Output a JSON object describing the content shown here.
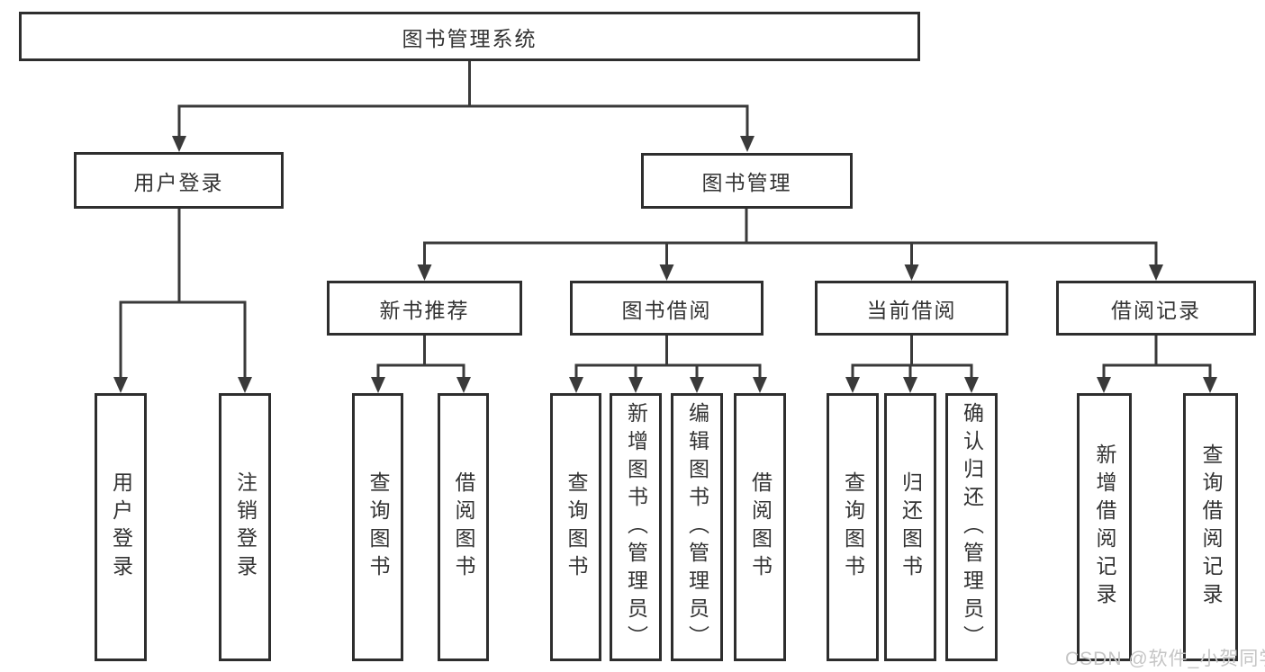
{
  "diagram_type": "hierarchy-tree",
  "tree": {
    "label": "图书管理系统",
    "children": [
      {
        "label": "用户登录",
        "children": [
          {
            "label": "用户登录"
          },
          {
            "label": "注销登录"
          }
        ]
      },
      {
        "label": "图书管理",
        "children": [
          {
            "label": "新书推荐",
            "children": [
              {
                "label": "查询图书"
              },
              {
                "label": "借阅图书"
              }
            ]
          },
          {
            "label": "图书借阅",
            "children": [
              {
                "label": "查询图书"
              },
              {
                "label": "新增图书（管理员）"
              },
              {
                "label": "编辑图书（管理员）"
              },
              {
                "label": "借阅图书"
              }
            ]
          },
          {
            "label": "当前借阅",
            "children": [
              {
                "label": "查询图书"
              },
              {
                "label": "归还图书"
              },
              {
                "label": "确认归还（管理员）"
              }
            ]
          },
          {
            "label": "借阅记录",
            "children": [
              {
                "label": "新增借阅记录"
              },
              {
                "label": "查询借阅记录"
              }
            ]
          }
        ]
      }
    ]
  },
  "watermark": "CSDN @软件_小贺同学",
  "colors": {
    "line": "#3a3a3a",
    "box_border": "#2e2e2e",
    "text": "#333333",
    "watermark": "#c5c5c5",
    "background": "#ffffff"
  }
}
